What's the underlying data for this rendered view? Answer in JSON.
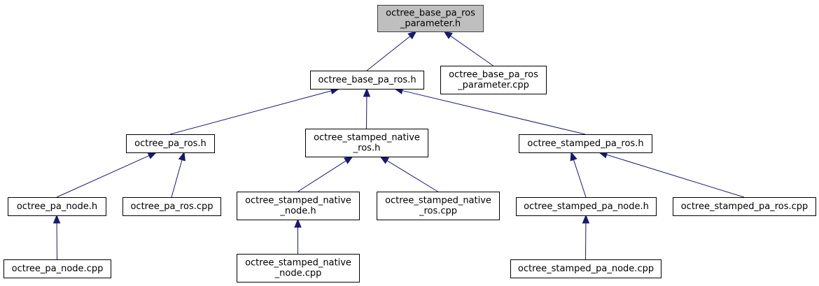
{
  "diagram": {
    "colors": {
      "edge": "#191970",
      "root_fill": "#bfbfbf",
      "node_fill": "#ffffff",
      "node_border": "#000000"
    },
    "nodes": [
      {
        "id": "n0",
        "lines": [
          "octree_base_pa_ros",
          "_parameter.h"
        ],
        "root": true
      },
      {
        "id": "n1",
        "lines": [
          "octree_base_pa_ros.h"
        ]
      },
      {
        "id": "n2",
        "lines": [
          "octree_base_pa_ros",
          "_parameter.cpp"
        ]
      },
      {
        "id": "n3",
        "lines": [
          "octree_pa_ros.h"
        ]
      },
      {
        "id": "n4",
        "lines": [
          "octree_stamped_native",
          "_ros.h"
        ]
      },
      {
        "id": "n5",
        "lines": [
          "octree_stamped_pa_ros.h"
        ]
      },
      {
        "id": "n6",
        "lines": [
          "octree_pa_node.h"
        ]
      },
      {
        "id": "n7",
        "lines": [
          "octree_pa_ros.cpp"
        ]
      },
      {
        "id": "n8",
        "lines": [
          "octree_stamped_native",
          "_node.h"
        ]
      },
      {
        "id": "n9",
        "lines": [
          "octree_stamped_native",
          "_ros.cpp"
        ]
      },
      {
        "id": "n10",
        "lines": [
          "octree_stamped_pa_node.h"
        ]
      },
      {
        "id": "n11",
        "lines": [
          "octree_stamped_pa_ros.cpp"
        ]
      },
      {
        "id": "n12",
        "lines": [
          "octree_pa_node.cpp"
        ]
      },
      {
        "id": "n13",
        "lines": [
          "octree_stamped_native",
          "_node.cpp"
        ]
      },
      {
        "id": "n14",
        "lines": [
          "octree_stamped_pa_node.cpp"
        ]
      }
    ],
    "edges": [
      {
        "from": "n1",
        "to": "n0"
      },
      {
        "from": "n2",
        "to": "n0"
      },
      {
        "from": "n3",
        "to": "n1"
      },
      {
        "from": "n4",
        "to": "n1"
      },
      {
        "from": "n5",
        "to": "n1"
      },
      {
        "from": "n6",
        "to": "n3"
      },
      {
        "from": "n7",
        "to": "n3"
      },
      {
        "from": "n8",
        "to": "n4"
      },
      {
        "from": "n9",
        "to": "n4"
      },
      {
        "from": "n10",
        "to": "n5"
      },
      {
        "from": "n11",
        "to": "n5"
      },
      {
        "from": "n12",
        "to": "n6"
      },
      {
        "from": "n13",
        "to": "n8"
      },
      {
        "from": "n14",
        "to": "n10"
      }
    ]
  }
}
